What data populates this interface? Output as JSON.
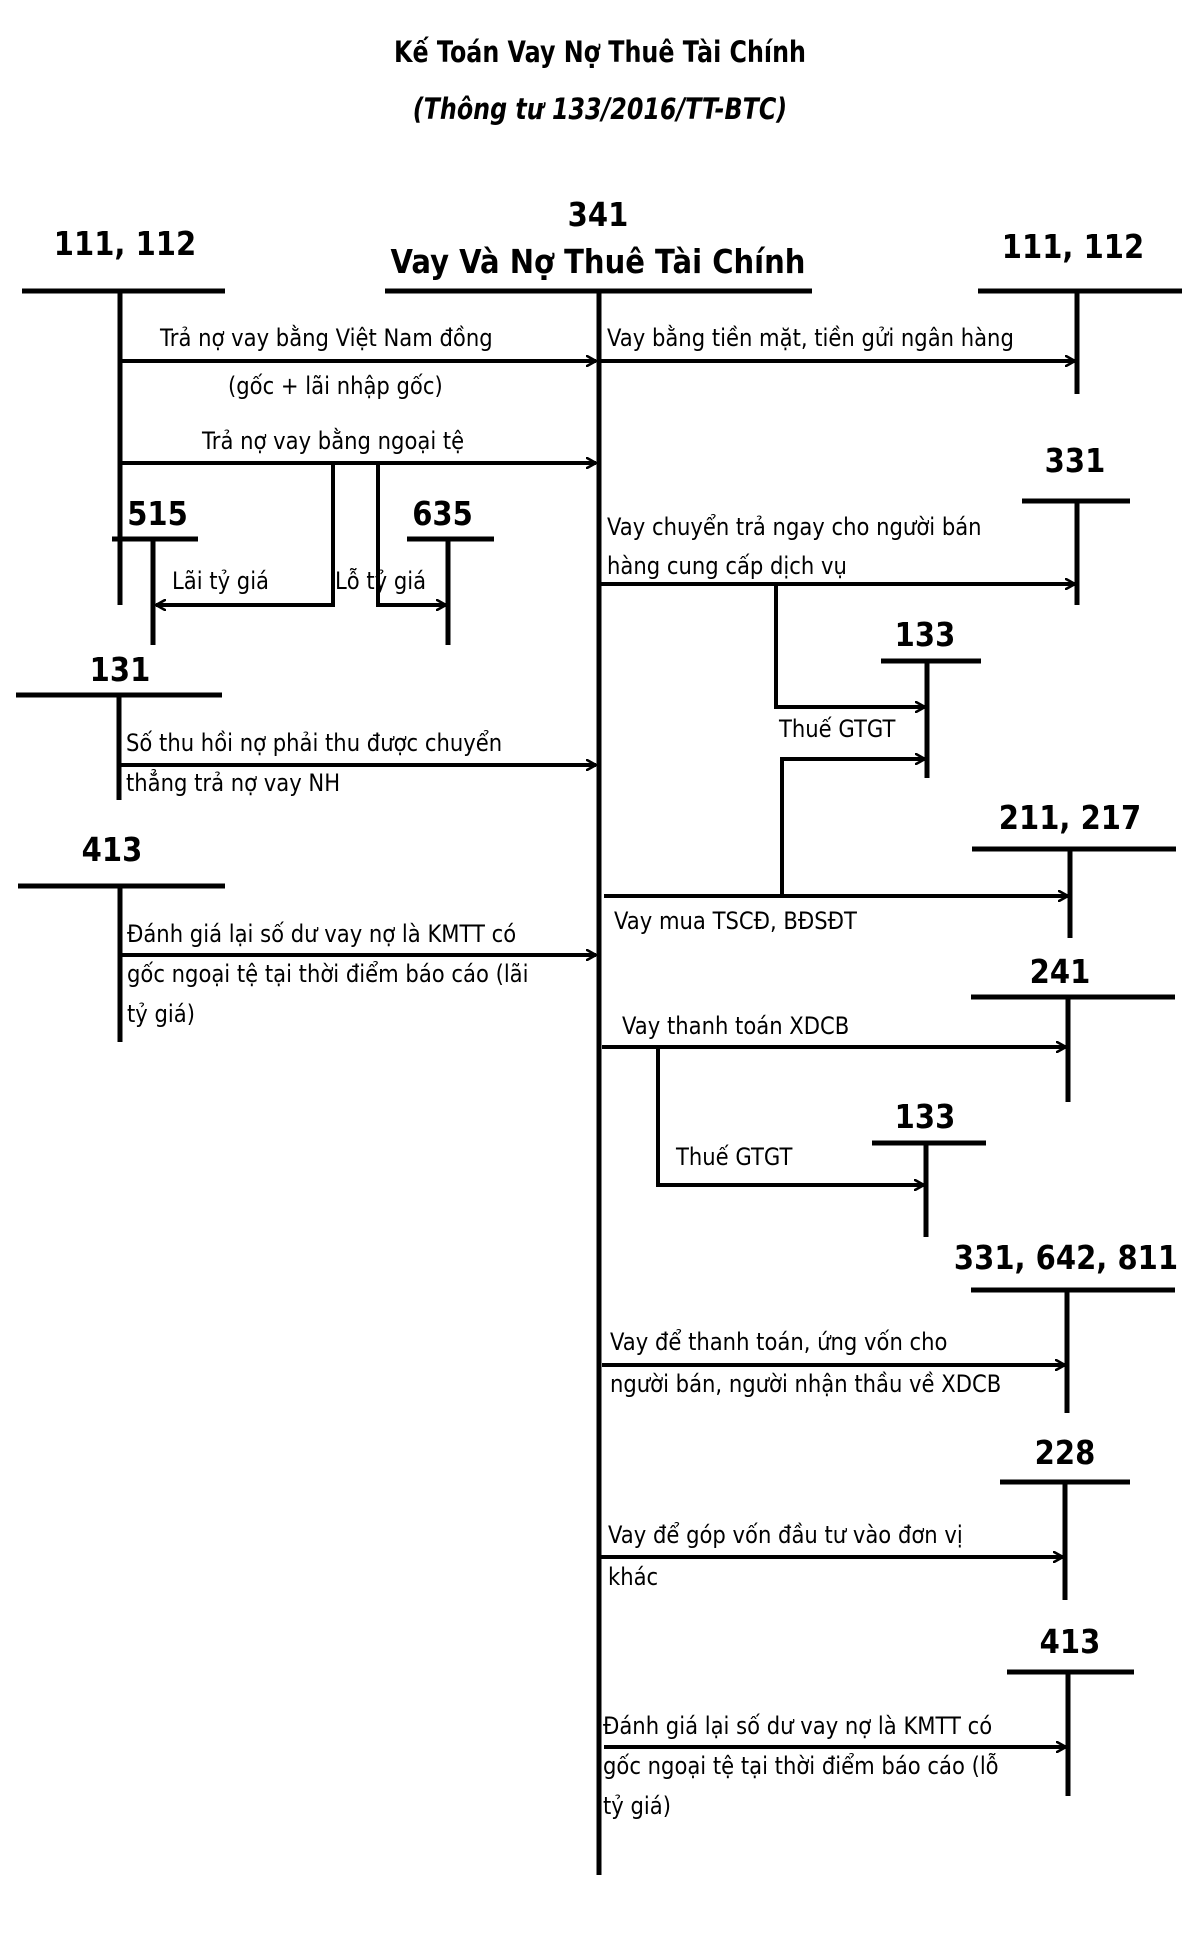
{
  "header": {
    "title": "Kế Toán Vay Nợ Thuê Tài Chính",
    "subtitle": "(Thông tư 133/2016/TT-BTC)"
  },
  "central_account": {
    "code": "341",
    "name": "Vay Và Nợ Thuê Tài Chính"
  },
  "accounts": {
    "left_111_112": "111, 112",
    "acct_515": "515",
    "acct_635": "635",
    "acct_131": "131",
    "left_413": "413",
    "right_111_112": "111, 112",
    "acct_331": "331",
    "acct_133_a": "133",
    "acct_211_217": "211, 217",
    "acct_241": "241",
    "acct_133_b": "133",
    "acct_331_642_811": "331, 642, 811",
    "acct_228": "228",
    "right_413": "413"
  },
  "entries": {
    "repay_vnd": "Trả nợ vay bằng Việt Nam đồng",
    "repay_vnd_note": "(gốc + lãi nhập gốc)",
    "repay_fx": "Trả nợ vay bằng ngoại tệ",
    "fx_gain": "Lãi tỷ giá",
    "fx_loss": "Lỗ tỷ giá",
    "receivable_l1": "Số thu hồi nợ phải thu được chuyển",
    "receivable_l2": "thẳng trả nợ vay NH",
    "reval_gain_l1": "Đánh giá lại số dư vay nợ là KMTT có",
    "reval_gain_l2": "gốc ngoại tệ tại thời điểm báo cáo (lãi",
    "reval_gain_l3": "tỷ giá)",
    "borrow_cash": "Vay bằng tiền mặt, tiền gửi ngân hàng",
    "pay_seller_l1": "Vay chuyển trả ngay cho người bán",
    "pay_seller_l2": "hàng cung cấp dịch vụ",
    "vat_a": "Thuế GTGT",
    "buy_assets": "Vay mua TSCĐ, BĐSĐT",
    "pay_construction": "Vay thanh toán XDCB",
    "vat_b": "Thuế GTGT",
    "advance_l1": "Vay để thanh toán, ứng vốn cho",
    "advance_l2": "người bán, người nhận thầu về XDCB",
    "invest_l1": "Vay để góp vốn đầu tư vào đơn vị",
    "invest_l2": "khác",
    "reval_loss_l1": "Đánh giá lại số dư vay nợ là KMTT có",
    "reval_loss_l2": "gốc ngoại tệ tại thời điểm báo cáo (lỗ",
    "reval_loss_l3": "tỷ giá)"
  },
  "colors": {
    "line": "#000000",
    "background": "#ffffff"
  }
}
